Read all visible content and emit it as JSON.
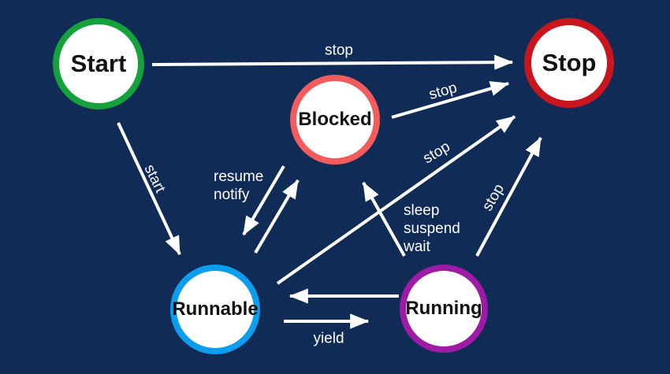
{
  "diagram": {
    "type": "state-diagram",
    "background_color": "#112b57",
    "arrow_color": "#ffffff",
    "label_color": "#ffffff",
    "nodes": [
      {
        "id": "start",
        "label": "Start",
        "border_color": "#15a23c"
      },
      {
        "id": "stop",
        "label": "Stop",
        "border_color": "#c9151c"
      },
      {
        "id": "blocked",
        "label": "Blocked",
        "border_color": "#f25c5c"
      },
      {
        "id": "runnable",
        "label": "Runnable",
        "border_color": "#0c9ded"
      },
      {
        "id": "running",
        "label": "Running",
        "border_color": "#9e1ba6"
      }
    ],
    "edges": [
      {
        "from": "Start",
        "to": "Stop",
        "label": "stop"
      },
      {
        "from": "Start",
        "to": "Runnable",
        "label": "start"
      },
      {
        "from": "Blocked",
        "to": "Stop",
        "label": "stop"
      },
      {
        "from": "Runnable",
        "to": "Stop",
        "label": "stop"
      },
      {
        "from": "Running",
        "to": "Stop",
        "label": "stop"
      },
      {
        "from": "Blocked",
        "to": "Runnable",
        "label_lines": [
          "resume",
          "notify"
        ]
      },
      {
        "from": "Runnable",
        "to": "Blocked",
        "label": ""
      },
      {
        "from": "Running",
        "to": "Blocked",
        "label_lines": [
          "sleep",
          "suspend",
          "wait"
        ]
      },
      {
        "from": "Running",
        "to": "Runnable",
        "label": ""
      },
      {
        "from": "Runnable",
        "to": "Running",
        "label": "yield"
      }
    ]
  }
}
